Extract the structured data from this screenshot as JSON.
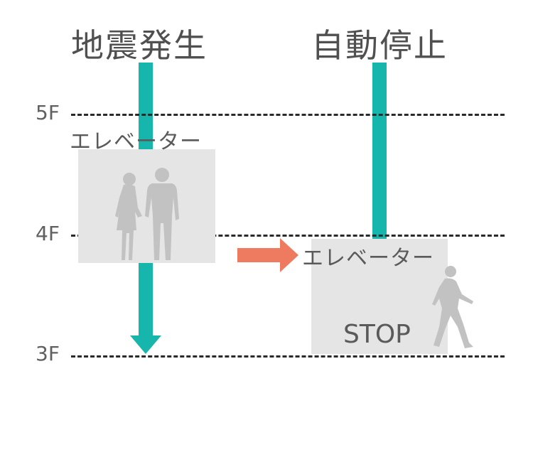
{
  "headings": {
    "left": "地震発生",
    "right": "自動停止"
  },
  "floors": {
    "f5": "5F",
    "f4": "4F",
    "f3": "3F"
  },
  "elevator_label_left": "エレベーター",
  "elevator_label_right": "エレベーター",
  "stop_text": "STOP",
  "colors": {
    "shaft": "#16b6ad",
    "arrow": "#ee7a60",
    "cab": "#e5e5e5",
    "silhouette": "#c2c2c2",
    "dash": "#2a2a2a"
  },
  "icons": {
    "arrow": "right-arrow-icon",
    "down_arrow": "down-arrow-icon",
    "couple": "couple-silhouette-icon",
    "walker": "walking-person-icon"
  }
}
